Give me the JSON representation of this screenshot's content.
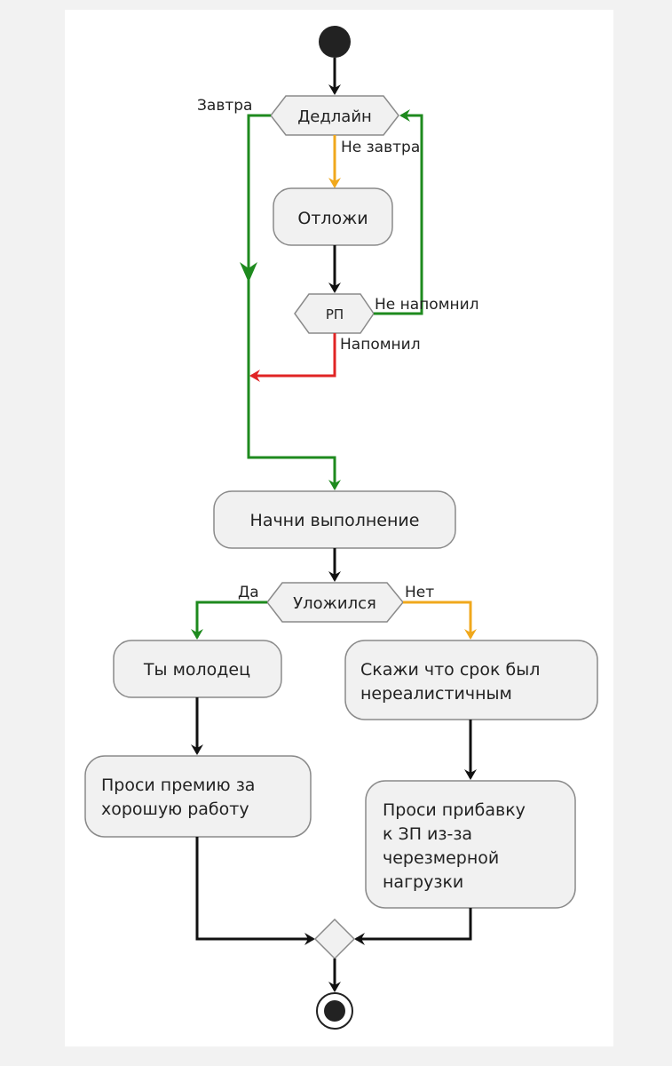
{
  "diagram": {
    "type": "activity-diagram",
    "colors": {
      "yes_path": "#1e8a1e",
      "no_path": "#f0a81c",
      "reminded_path": "#e02424",
      "default_arrow": "#111111",
      "node_fill": "#f1f1f1",
      "node_border": "#8a8a8a"
    },
    "start": {
      "icon": "start-node"
    },
    "decision_deadline": {
      "label": "Дедлайн",
      "branch_left": "Завтра",
      "branch_down": "Не завтра"
    },
    "action_postpone": {
      "label": "Отложи"
    },
    "decision_pm": {
      "label": "РП",
      "branch_right": "Не напомнил",
      "branch_down": "Напомнил"
    },
    "action_start": {
      "label": "Начни выполнение"
    },
    "decision_fit": {
      "label": "Уложился",
      "branch_left": "Да",
      "branch_right": "Нет"
    },
    "action_good_job": {
      "label": "Ты молодец"
    },
    "action_bonus": {
      "lines": [
        "Проси премию за",
        "хорошую работу"
      ]
    },
    "action_unrealistic": {
      "lines": [
        "Скажи что срок был",
        "нереалистичным"
      ]
    },
    "action_raise": {
      "lines": [
        "Проси прибавку",
        "к ЗП из-за",
        "черезмерной",
        "нагрузки"
      ]
    },
    "merge": {
      "icon": "merge-diamond"
    },
    "end": {
      "icon": "end-node"
    }
  }
}
